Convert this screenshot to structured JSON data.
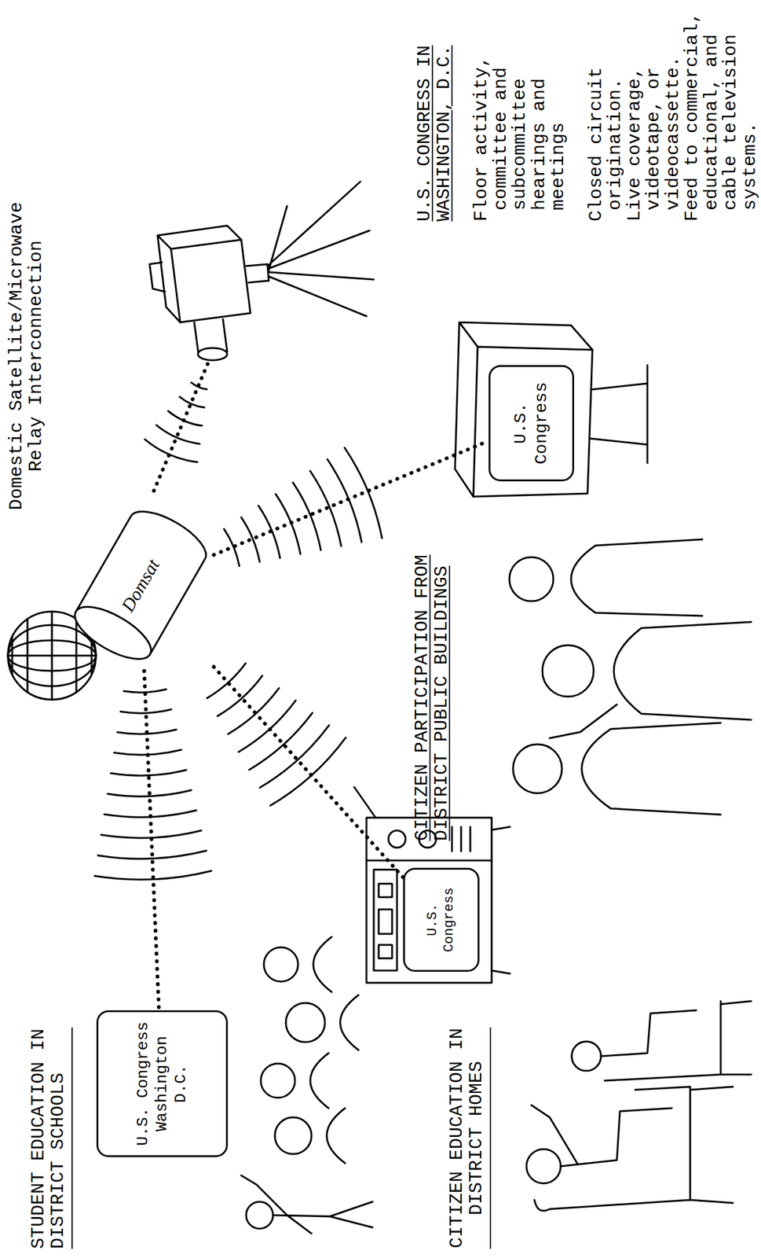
{
  "diagram": {
    "nodes": [
      {
        "text": [
          "Domsat"
        ]
      },
      {
        "text": [
          "U.S. Congress Washington D.C."
        ]
      },
      {
        "text": [
          "U.S. Congress"
        ]
      },
      {
        "text": [
          "U.S. Congress"
        ]
      }
    ],
    "edges": [
      {
        "from": 0,
        "to": 1,
        "arrow": "none"
      },
      {
        "from": 0,
        "to": 2,
        "arrow": "none"
      },
      {
        "from": 0,
        "to": 3,
        "arrow": "none"
      }
    ],
    "labels": [
      "Domestic Satellite/Microwave Relay Interconnection",
      "STUDENT EDUCATION IN DISTRICT SCHOOLS",
      "U.S. CONGRESS IN WASHINGTON, D.C.",
      "Floor activity, committee and subcommittee hearings and meetings",
      "Closed circuit origination.",
      "Live coverage, videotape, or videocassette.",
      "Feed to commercial, educational, and cable television systems.",
      "CITIZEN PARTICIPATION FROM DISTRICT PUBLIC BUILDINGS",
      "CITIZEN EDUCATION IN DISTRICT HOMES"
    ]
  }
}
